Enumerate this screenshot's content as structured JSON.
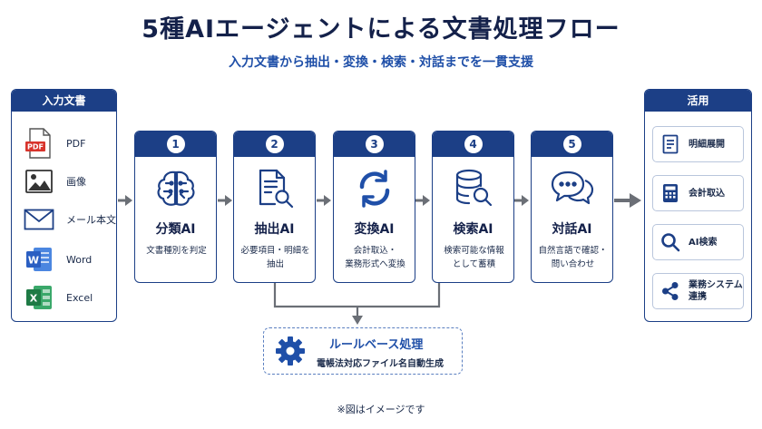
{
  "title": "5種AIエージェントによる文書処理フロー",
  "subtitle": "入力文書から抽出・変換・検索・対話までを一貫支援",
  "input_panel": {
    "header": "入力文書",
    "items": [
      {
        "label": "PDF",
        "icon": "pdf-file-icon",
        "icon_text": "PDF"
      },
      {
        "label": "画像",
        "icon": "image-icon"
      },
      {
        "label": "メール本文",
        "icon": "mail-icon"
      },
      {
        "label": "Word",
        "icon": "word-icon",
        "icon_text": "W"
      },
      {
        "label": "Excel",
        "icon": "excel-icon",
        "icon_text": "X"
      }
    ]
  },
  "steps": [
    {
      "number": "1",
      "name": "分類AI",
      "desc": "文書種別を判定",
      "icon": "brain-icon"
    },
    {
      "number": "2",
      "name": "抽出AI",
      "desc": "必要項目・明細を\n抽出",
      "icon": "document-search-icon"
    },
    {
      "number": "3",
      "name": "変換AI",
      "desc": "会計取込・\n業務形式へ変換",
      "icon": "refresh-icon"
    },
    {
      "number": "4",
      "name": "検索AI",
      "desc": "検索可能な情報\nとして蓄積",
      "icon": "database-search-icon"
    },
    {
      "number": "5",
      "name": "対話AI",
      "desc": "自然言語で確認・\n問い合わせ",
      "icon": "chat-bubbles-icon"
    }
  ],
  "output_panel": {
    "header": "活用",
    "items": [
      {
        "label": "明細展開",
        "icon": "document-icon"
      },
      {
        "label": "会計取込",
        "icon": "calculator-icon"
      },
      {
        "label": "AI検索",
        "icon": "search-icon"
      },
      {
        "label": "業務システム\n連携",
        "icon": "share-icon"
      }
    ]
  },
  "rule_box": {
    "title": "ルールベース処理",
    "desc": "電帳法対応ファイル名自動生成",
    "icon": "gear-icon"
  },
  "note": "※図はイメージです",
  "colors": {
    "navy": "#1c3f86",
    "title": "#14214a",
    "accent_blue": "#1f4fa8",
    "pdf_red": "#d8342c",
    "word_blue": "#2b5fc2",
    "excel_green": "#1e7a45",
    "arrow_gray": "#6b6f76"
  }
}
